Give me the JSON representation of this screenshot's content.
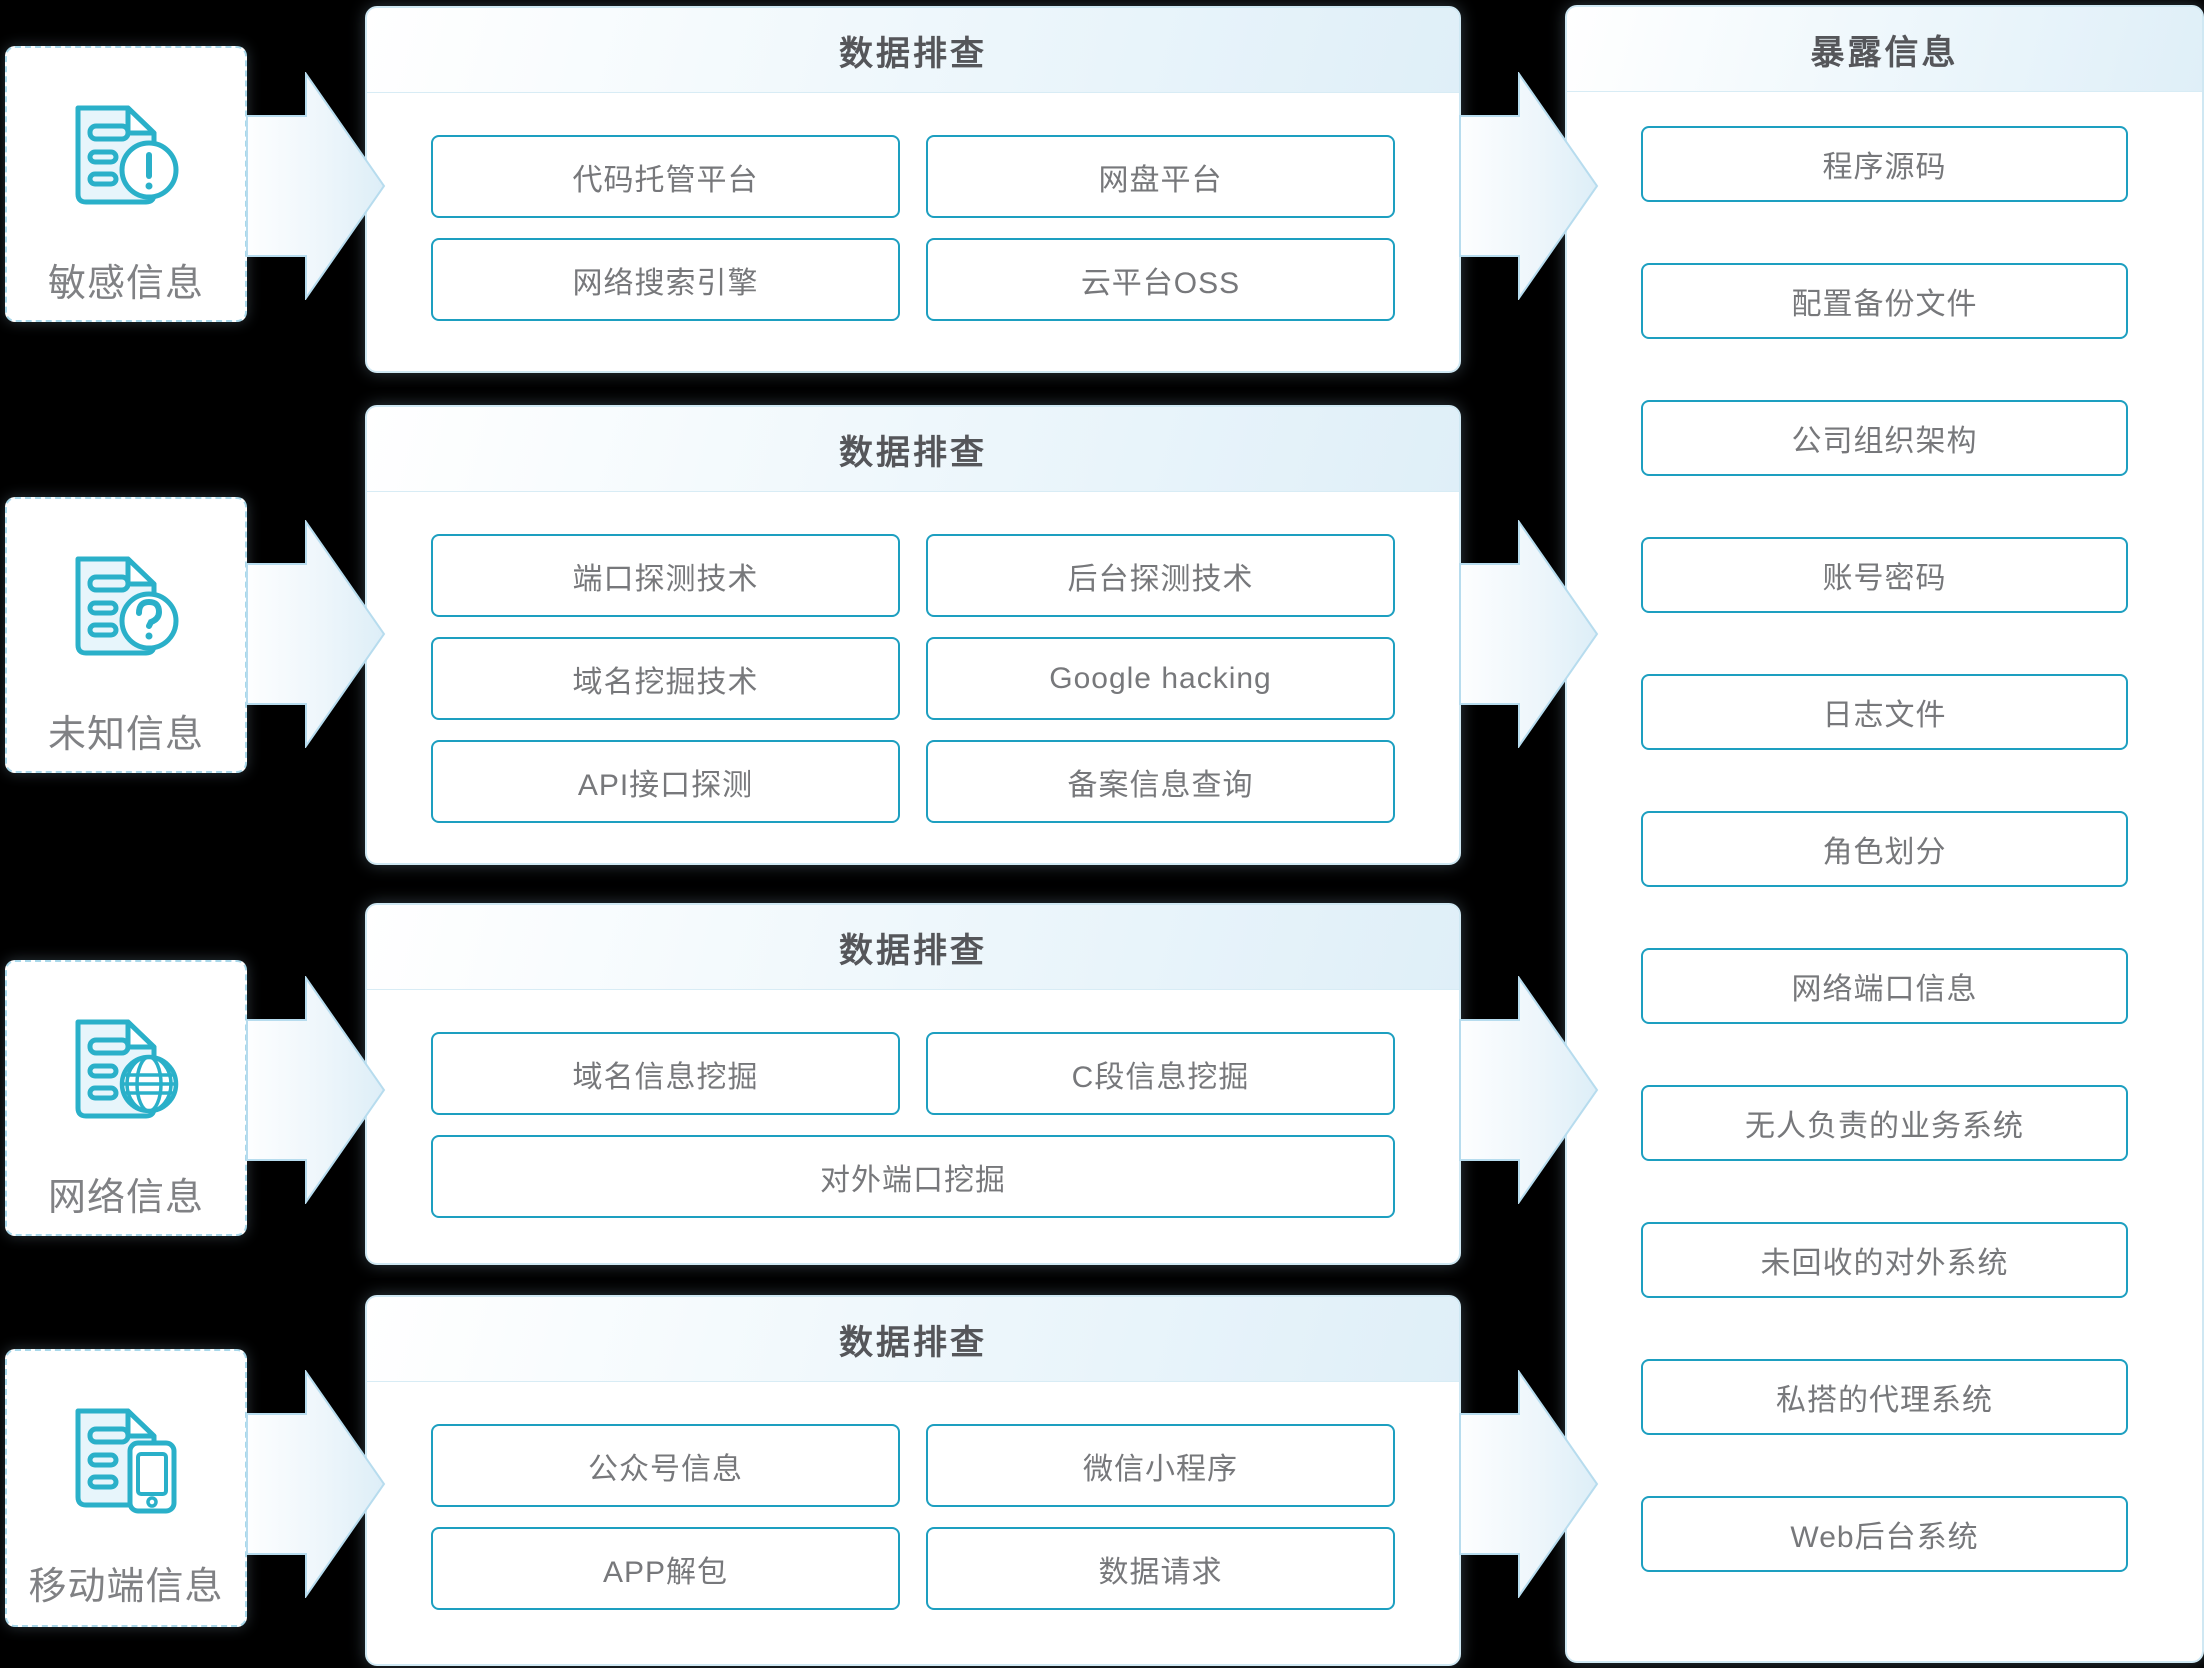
{
  "colors": {
    "background": "#000000",
    "item_border": "#1d9fc0",
    "panel_border": "#cfe8f3",
    "dashed_border": "#a9d8ea",
    "icon_stroke": "#2ab0c9",
    "icon_fill": "#e7f5fb",
    "arrow_stroke": "#b7dcee",
    "text_gray": "#77787b",
    "title_gray": "#55565a"
  },
  "sources": [
    {
      "label": "敏感信息",
      "icon": "document-alert-icon"
    },
    {
      "label": "未知信息",
      "icon": "document-question-icon"
    },
    {
      "label": "网络信息",
      "icon": "document-globe-icon"
    },
    {
      "label": "移动端信息",
      "icon": "document-mobile-icon"
    }
  ],
  "stages": [
    {
      "title": "数据排查",
      "items": [
        "代码托管平台",
        "网盘平台",
        "网络搜索引擎",
        "云平台OSS"
      ]
    },
    {
      "title": "数据排查",
      "items": [
        "端口探测技术",
        "后台探测技术",
        "域名挖掘技术",
        "Google hacking",
        "API接口探测",
        "备案信息查询"
      ]
    },
    {
      "title": "数据排查",
      "items": [
        "域名信息挖掘",
        "C段信息挖掘",
        "对外端口挖掘"
      ]
    },
    {
      "title": "数据排查",
      "items": [
        "公众号信息",
        "微信小程序",
        "APP解包",
        "数据请求"
      ]
    }
  ],
  "output": {
    "title": "暴露信息",
    "items": [
      "程序源码",
      "配置备份文件",
      "公司组织架构",
      "账号密码",
      "日志文件",
      "角色划分",
      "网络端口信息",
      "无人负责的业务系统",
      "未回收的对外系统",
      "私搭的代理系统",
      "Web后台系统"
    ]
  }
}
